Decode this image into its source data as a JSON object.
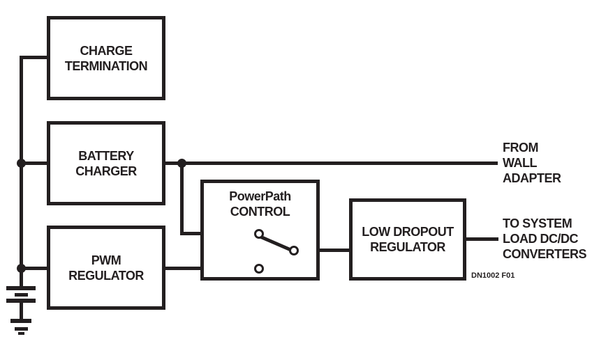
{
  "figure": {
    "type": "block-diagram",
    "blocks": {
      "charge_termination": "CHARGE\nTERMINATION",
      "battery_charger": "BATTERY\nCHARGER",
      "pwm_regulator": "PWM\nREGULATOR",
      "powerpath_control": "PowerPath\nCONTROL",
      "low_dropout_regulator": "LOW DROPOUT\nREGULATOR"
    },
    "annotations": {
      "from_wall_adapter": "FROM\nWALL\nADAPTER",
      "to_system_load": "TO SYSTEM\nLOAD DC/DC\nCONVERTERS",
      "figure_id": "DN1002 F01"
    },
    "symbols": {
      "battery": "battery-cell-symbol",
      "ground": "earth-ground-symbol",
      "switch": {
        "kind": "SPDT switch inside PowerPath CONTROL",
        "state": "upper throw (wall adapter / battery charger path) connected to common output"
      }
    },
    "connections": [
      "left bus joins CHARGE TERMINATION, BATTERY CHARGER and PWM REGULATOR to battery/ground",
      "BATTERY CHARGER right side runs to FROM WALL ADAPTER",
      "tap from wall-adapter line drops to upper switch contact in PowerPath CONTROL",
      "PWM REGULATOR output runs to lower switch contact in PowerPath CONTROL",
      "switch common output feeds LOW DROPOUT REGULATOR",
      "LOW DROPOUT REGULATOR output goes to TO SYSTEM LOAD DC/DC CONVERTERS"
    ],
    "colors": {
      "ink": "#231f20",
      "background": "#ffffff"
    }
  }
}
